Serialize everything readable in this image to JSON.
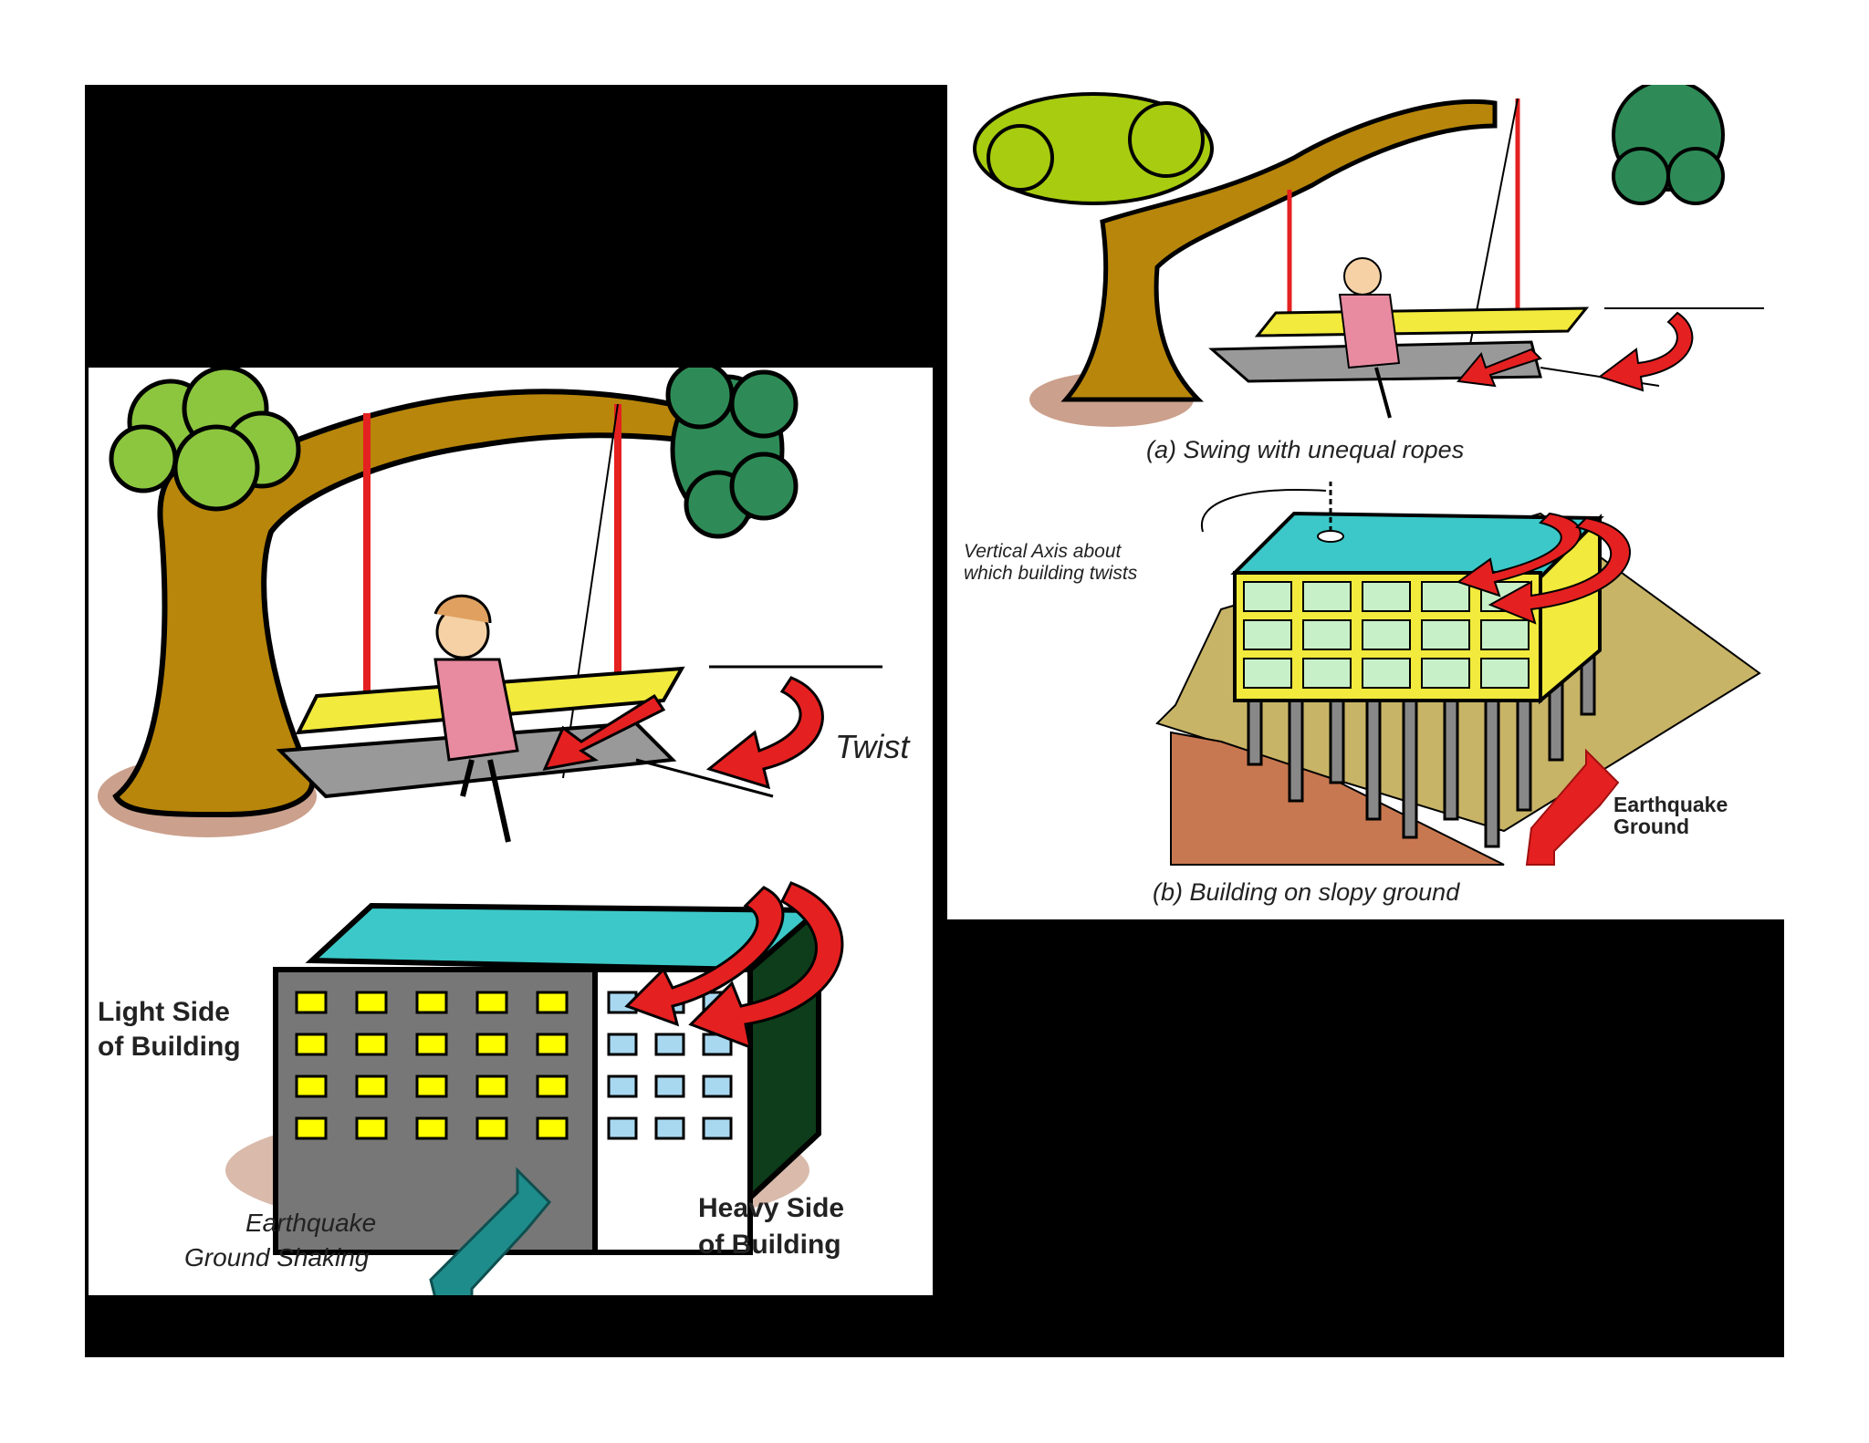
{
  "left_panel": {
    "twist_label": "Twist",
    "light_side_line1": "Light Side",
    "light_side_line2": "of Building",
    "heavy_side_line1": "Heavy Side",
    "heavy_side_line2": "of Building",
    "ground_line1": "Earthquake",
    "ground_line2": "Ground Shaking"
  },
  "right_panel": {
    "caption_a": "(a) Swing with unequal ropes",
    "caption_b": "(b) Building on slopy ground",
    "axis_line1": "Vertical Axis about",
    "axis_line2": "which building twists",
    "ground_line1": "Earthquake",
    "ground_line2": "Ground"
  },
  "colors": {
    "background": "#000000",
    "roof": "#3cc8c8",
    "arrow_red": "#e52020",
    "arrow_teal": "#1f8c8c",
    "foliage_light": "#8cc63f",
    "foliage_dark": "#2e8b57",
    "trunk": "#b8860b",
    "swing_seat": "#f2ea3c",
    "slope_top": "#c8b466",
    "slope_side": "#c87850"
  }
}
